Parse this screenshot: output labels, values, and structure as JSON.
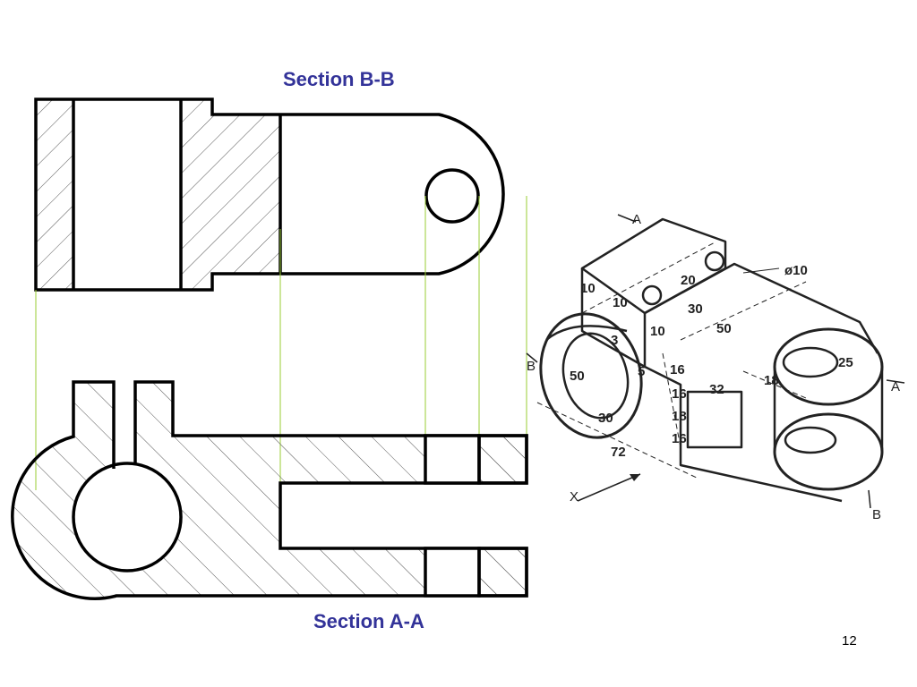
{
  "titles": {
    "section_bb": "Section B-B",
    "section_aa": "Section A-A"
  },
  "page_number": "12",
  "isometric": {
    "cut_labels": [
      "A",
      "B",
      "B",
      "A"
    ],
    "axis_label": "X",
    "dimensions": [
      "10",
      "10",
      "20",
      "30",
      "50",
      "10",
      "ø10",
      "3",
      "50",
      "5",
      "16",
      "16",
      "32",
      "18",
      "16",
      "30",
      "25",
      "18",
      "72"
    ]
  },
  "colors": {
    "title": "#333399",
    "outline": "#000000",
    "projection_line": "#99cc33",
    "hatch": "#555555"
  }
}
